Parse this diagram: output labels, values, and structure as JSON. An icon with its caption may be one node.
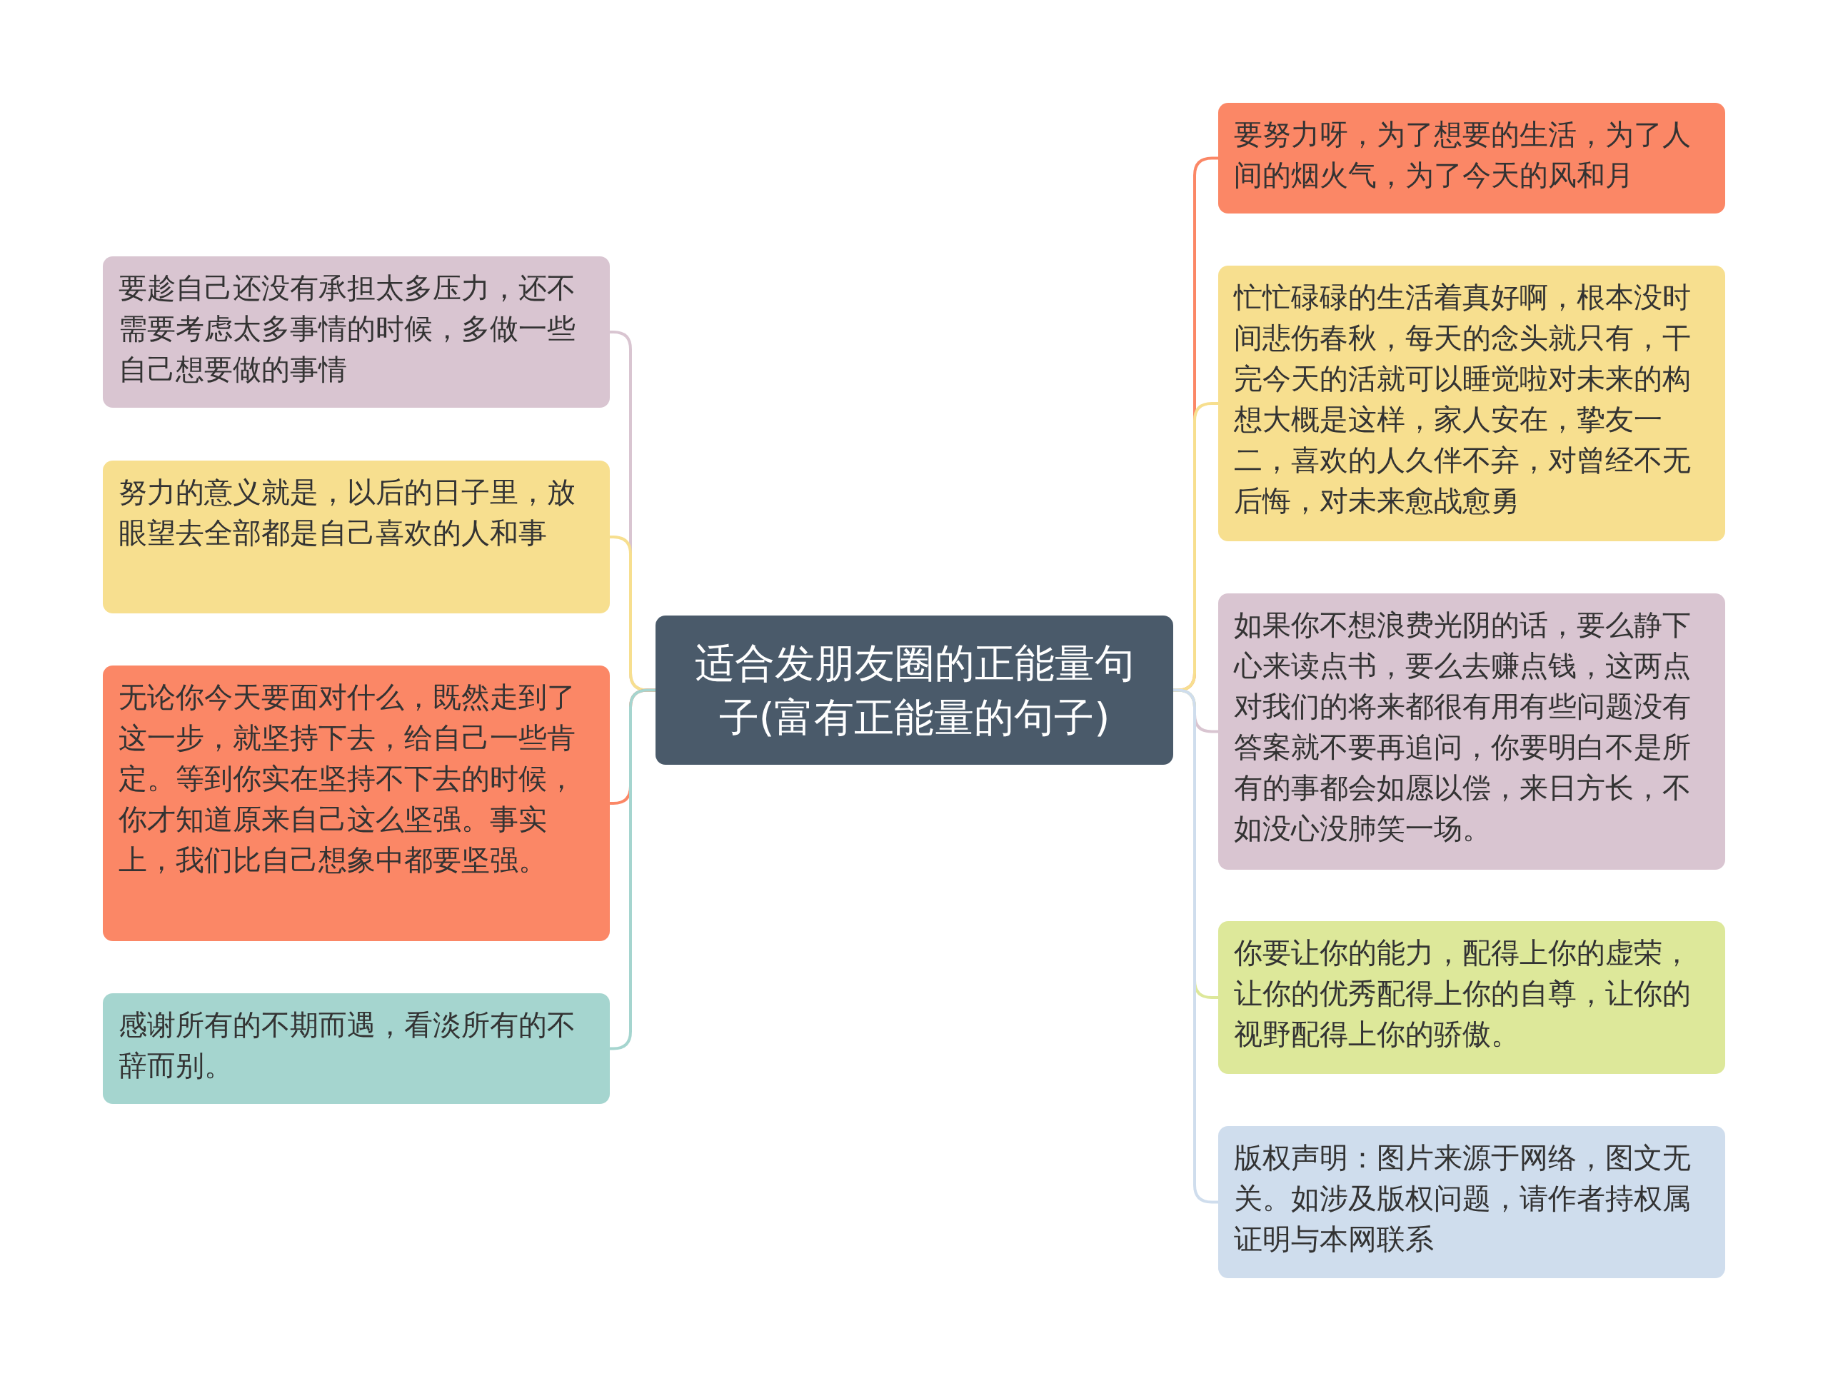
{
  "diagram": {
    "nodes": [
      {
        "text": [
          "适合发朋友圈的正能量句子(富有正能量的句子)"
        ]
      },
      {
        "text": [
          "要趁自己还没有承担太多压力，还不需要考虑太多事情的时候，多做一些自己想要做的事情"
        ]
      },
      {
        "text": [
          "努力的意义就是，以后的日子里，放眼望去全部都是自己喜欢的人和事"
        ]
      },
      {
        "text": [
          "无论你今天要面对什么，既然走到了这一步，就坚持下去，给自己一些肯定。等到你实在坚持不下去的时候，你才知道原来自己这么坚强。事实上，我们比自己想象中都要坚强。"
        ]
      },
      {
        "text": [
          "感谢所有的不期而遇，看淡所有的不辞而别。"
        ]
      },
      {
        "text": [
          "要努力呀，为了想要的生活，为了人间的烟火气，为了今天的风和月"
        ]
      },
      {
        "text": [
          "忙忙碌碌的生活着真好啊，根本没时间悲伤春秋，每天的念头就只有，干完今天的活就可以睡觉啦对未来的构想大概是这样，家人安在，挚友一二，喜欢的人久伴不弃，对曾经不无后悔，对未来愈战愈勇"
        ]
      },
      {
        "text": [
          "如果你不想浪费光阴的话，要么静下心来读点书，要么去赚点钱，这两点对我们的将来都很有用有些问题没有答案就不要再追问，你要明白不是所有的事都会如愿以偿，来日方长，不如没心没肺笑一场。"
        ]
      },
      {
        "text": [
          "你要让你的能力，配得上你的虚荣，让你的优秀配得上你的自尊，让你的视野配得上你的骄傲。"
        ]
      },
      {
        "text": [
          "版权声明：图片来源于网络，图文无关。如涉及版权问题，请作者持权属证明与本网联系"
        ]
      }
    ],
    "edges": [
      {
        "from": 0,
        "to": 1,
        "arrow": "none",
        "color": "#d9c5d1"
      },
      {
        "from": 0,
        "to": 2,
        "arrow": "none",
        "color": "#f7df8f"
      },
      {
        "from": 0,
        "to": 3,
        "arrow": "none",
        "color": "#fb8766"
      },
      {
        "from": 0,
        "to": 4,
        "arrow": "none",
        "color": "#a5d5cf"
      },
      {
        "from": 0,
        "to": 5,
        "arrow": "none",
        "color": "#fb8766"
      },
      {
        "from": 0,
        "to": 6,
        "arrow": "none",
        "color": "#f7df8f"
      },
      {
        "from": 0,
        "to": 7,
        "arrow": "none",
        "color": "#d9c5d1"
      },
      {
        "from": 0,
        "to": 8,
        "arrow": "none",
        "color": "#dde89a"
      },
      {
        "from": 0,
        "to": 9,
        "arrow": "none",
        "color": "#cfdded"
      }
    ]
  }
}
